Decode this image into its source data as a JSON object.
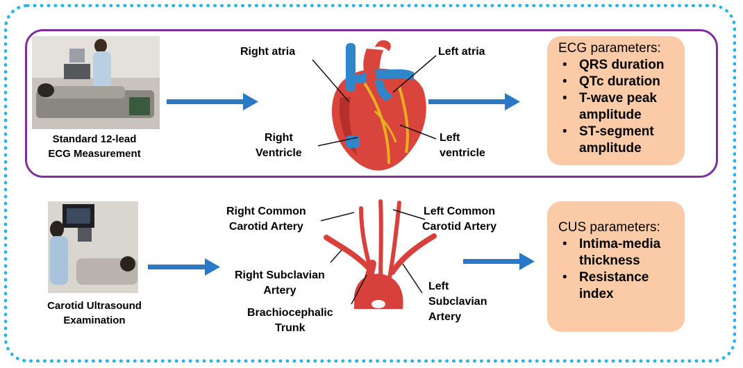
{
  "ecg": {
    "photo_caption": [
      "Standard 12-lead",
      "ECG Measurement"
    ],
    "labels": {
      "right_atria": "Right atria",
      "left_atria": "Left atria",
      "right_ventricle": [
        "Right",
        "Ventricle"
      ],
      "left_ventricle": [
        "Left",
        "ventricle"
      ]
    },
    "params": {
      "title": "ECG parameters:",
      "items": [
        [
          "QRS duration"
        ],
        [
          "QTc duration"
        ],
        [
          "T-wave peak",
          "amplitude"
        ],
        [
          "ST-segment",
          "amplitude"
        ]
      ]
    }
  },
  "cus": {
    "photo_caption": [
      "Carotid Ultrasound",
      "Examination"
    ],
    "labels": {
      "right_common_carotid": [
        "Right Common",
        "Carotid Artery"
      ],
      "left_common_carotid": [
        "Left Common",
        "Carotid Artery"
      ],
      "right_subclavian": [
        "Right Subclavian",
        "Artery"
      ],
      "brachiocephalic": [
        "Brachiocephalic",
        "Trunk"
      ],
      "left_subclavian": [
        "Left",
        "Subclavian",
        "Artery"
      ]
    },
    "params": {
      "title": "CUS parameters:",
      "items": [
        [
          "Intima-media",
          "thickness"
        ],
        [
          "Resistance",
          "index"
        ]
      ]
    }
  },
  "colors": {
    "frame_dotted": "#29b3e8",
    "panel_border": "#7b2fa0",
    "arrow": "#2a78c8",
    "param_box": "#fbcba7",
    "artery": "#d8413b",
    "heart_red": "#d9443c",
    "vessel_blue": "#2f87c9"
  }
}
